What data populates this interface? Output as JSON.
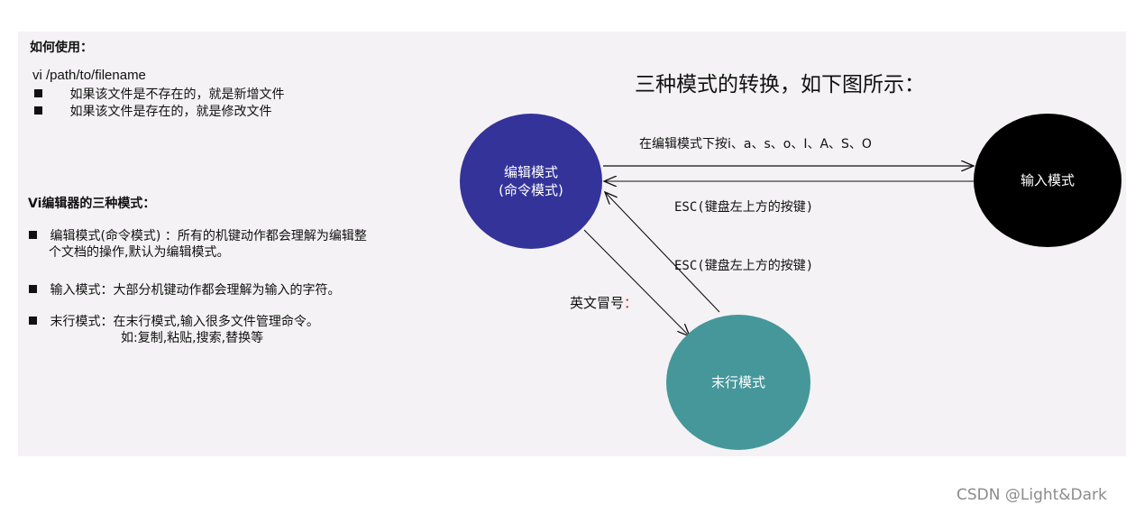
{
  "usage": {
    "heading": "如何使用：",
    "command": "vi /path/to/filename",
    "bullets": [
      "如果该文件是不存在的，就是新增文件",
      "如果该文件是存在的，就是修改文件"
    ]
  },
  "modes": {
    "heading": "Vi编辑器的三种模式：",
    "items": [
      {
        "line1": "编辑模式(命令模式) ：所有的机键动作都会理解为编辑整",
        "line2": "个文档的操作,默认为编辑模式。"
      },
      {
        "line1": "输入模式：大部分机键动作都会理解为输入的字符。"
      },
      {
        "line1": "末行模式：在末行模式,输入很多文件管理命令。",
        "line2": "如:复制,粘贴,搜索,替换等"
      }
    ]
  },
  "diagram": {
    "title": "三种模式的转换，如下图所示：",
    "nodes": {
      "edit": {
        "line1": "编辑模式",
        "line2": "(命令模式)",
        "color": "#333399"
      },
      "input": {
        "label": "输入模式",
        "color": "#000000"
      },
      "lastline": {
        "label": "末行模式",
        "color": "#45979a"
      }
    },
    "edges": {
      "edit_to_input": "在编辑模式下按i、a、s、o、I、A、S、O",
      "input_to_edit": "ESC(键盘左上方的按键)",
      "lastline_to_edit": "ESC(键盘左上方的按键)",
      "edit_to_lastline_prefix": "英文冒号",
      "edit_to_lastline_colon": "：",
      "colon_color": "#d02020"
    }
  },
  "watermark": "CSDN @Light&Dark"
}
